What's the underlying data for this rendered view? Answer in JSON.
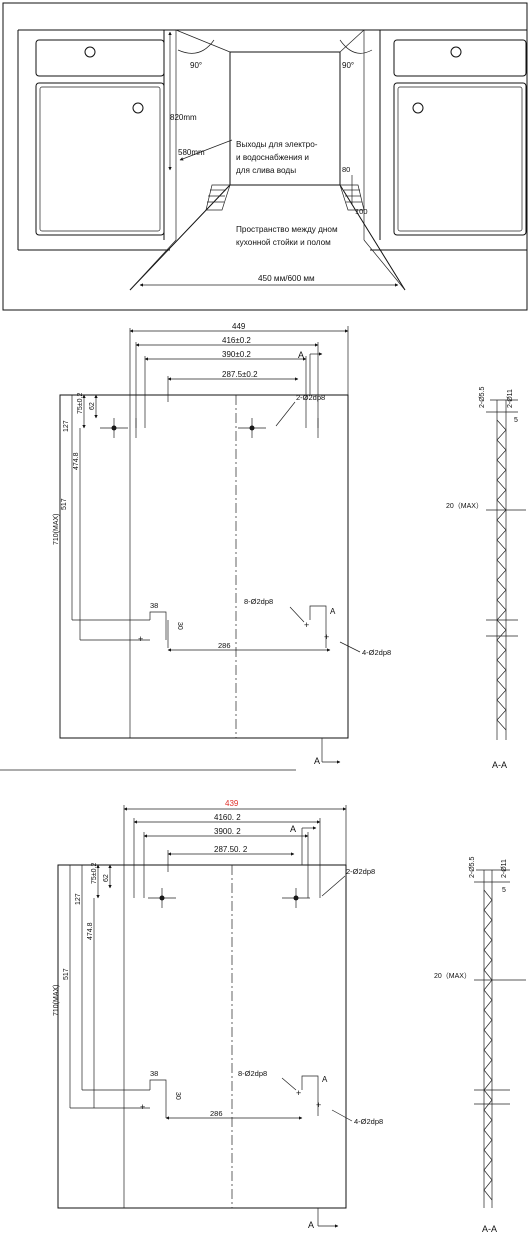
{
  "installation": {
    "angle_left": "90°",
    "angle_right": "90°",
    "height_label": "820mm",
    "depth_label": "580mm",
    "utilities_line1": "Выходы для электро-",
    "utilities_line2": "и водоснабжения и",
    "utilities_line3": "для слива воды",
    "dim_80": "80",
    "dim_100": "100",
    "space_line1": "Пространство между дном",
    "space_line2": "кухонной стойки и полом",
    "width_label": "450 мм/600 мм"
  },
  "drawing1": {
    "w449": "449",
    "w416": "416±0.2",
    "w390": "390±0.2",
    "w287": "287.5±0.2",
    "h75": "75±0.2",
    "h62": "62",
    "h127": "127",
    "h474": "474.8",
    "h517": "517",
    "h710": "710(MAX)",
    "h38": "38",
    "h30": "30",
    "w286": "286",
    "holes_top": "2-Ø2dp8",
    "holes_mid": "8-Ø2dp8",
    "holes_low": "4-Ø2dp8",
    "sec_a": "A",
    "side_d55": "2-Ø5.5",
    "side_d11": "2-Ø11",
    "side_5": "5",
    "side_20": "20（MAX）",
    "section": "A-A"
  },
  "drawing2": {
    "w439": "439",
    "w416": "4160. 2",
    "w390": "3900. 2",
    "w287": "287.50. 2",
    "h75": "75±0.2",
    "h62": "62",
    "h127": "127",
    "h474": "474.8",
    "h517": "517",
    "h710": "710(MAX)",
    "h38": "38",
    "h30": "30",
    "w286": "286",
    "holes_top": "2-Ø2dp8",
    "holes_mid": "8-Ø2dp8",
    "holes_low": "4-Ø2dp8",
    "sec_a": "A",
    "side_d55": "2-Ø5.5",
    "side_d11": "2-Ø11",
    "side_5": "5",
    "side_20": "20（MAX）",
    "section": "A-A",
    "accent_color": "#e0302a"
  }
}
